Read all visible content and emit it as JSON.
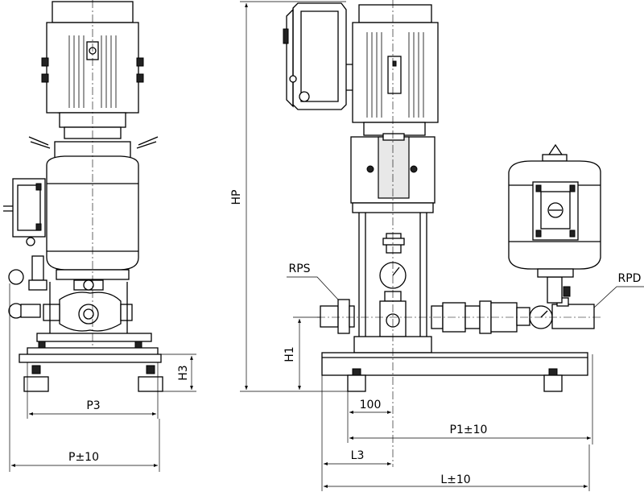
{
  "labels": {
    "rps": "RPS",
    "rpd": "RPD",
    "hp": "HP",
    "h1": "H1",
    "h3": "H3",
    "p3": "P3",
    "p": "P±10",
    "dim_100": "100",
    "p1": "P1±10",
    "l3": "L3",
    "l": "L±10"
  }
}
